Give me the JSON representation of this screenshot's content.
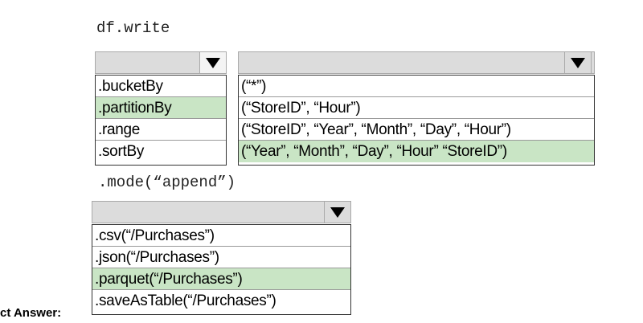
{
  "code": {
    "line1": "df.write",
    "line2": ".mode(“append”)"
  },
  "dropdown1": {
    "options": [
      ".bucketBy",
      ".partitionBy",
      ".range",
      ".sortBy"
    ],
    "selected": ".partitionBy"
  },
  "dropdown2": {
    "options": [
      "(“*”)",
      "(“StoreID”, “Hour”)",
      "(“StoreID”, “Year”, “Month”, “Day”, “Hour”)",
      "(“Year”, “Month”, “Day”, “Hour” “StoreID”)"
    ],
    "selected": "(“Year”, “Month”, “Day”, “Hour” “StoreID”)"
  },
  "dropdown3": {
    "options": [
      ".csv(“/Purchases”)",
      ".json(“/Purchases”)",
      ".parquet(“/Purchases”)",
      ".saveAsTable(“/Purchases”)"
    ],
    "selected": ".parquet(“/Purchases”)"
  },
  "footer": {
    "answer_label": "ct Answer:"
  },
  "colors": {
    "selected_bg": "#c9e5c5",
    "header_bg": "#dcdcdc"
  }
}
